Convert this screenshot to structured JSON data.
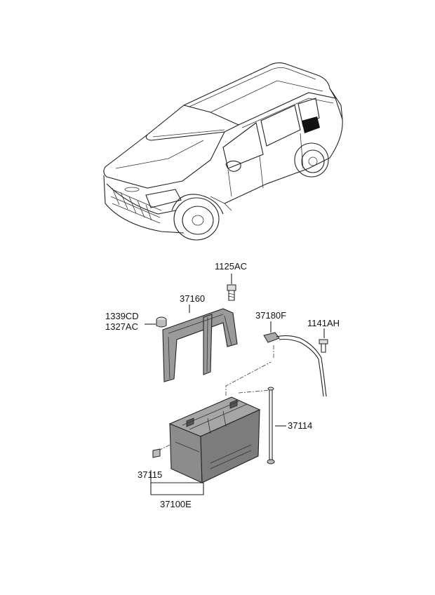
{
  "labels": {
    "p1125AC": "1125AC",
    "p37160": "37160",
    "p1339CD": "1339CD",
    "p1327AC": "1327AC",
    "p37180F": "37180F",
    "p1141AH": "1141AH",
    "p37114": "37114",
    "p37115": "37115",
    "p37100E": "37100E"
  },
  "colors": {
    "line": "#222222",
    "battery_fill": "#8c8c8c",
    "battery_top": "#a6a6a6",
    "tray_fill": "#9a9a9a",
    "highlight": "#111111"
  }
}
